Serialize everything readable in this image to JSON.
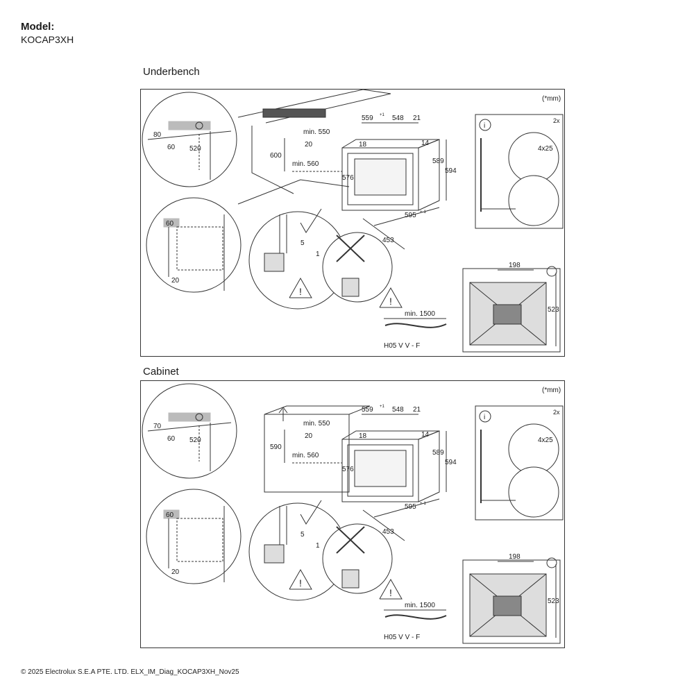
{
  "header": {
    "model_label": "Model:",
    "model_value": "KOCAP3XH"
  },
  "sections": [
    {
      "title": "Underbench",
      "unit_note": "(*mm)",
      "callouts": {
        "top": "80",
        "left": "60",
        "height": "520"
      },
      "lower_detail": {
        "top": "60",
        "bottom": "20"
      },
      "niche": {
        "height": "600",
        "min_width": "min. 550",
        "depth_gap": "20",
        "min_depth": "min. 560"
      },
      "oven": {
        "d1": "559",
        "d1_sup": "+1",
        "d2": "548",
        "d3": "21",
        "top_gap": "18",
        "side_gap": "14",
        "height_front": "576",
        "height_inner": "589",
        "height_total": "594",
        "width": "595",
        "width_sup": "+-1",
        "depth": "453"
      },
      "joint": {
        "gap_a": "5",
        "gap_b": "1"
      },
      "cable": {
        "length": "min. 1500",
        "type": "H05 V V - F"
      },
      "screws": {
        "info": "i",
        "count": "2x",
        "size": "4x25"
      },
      "rear": {
        "width": "198",
        "height": "523"
      }
    },
    {
      "title": "Cabinet",
      "unit_note": "(*mm)",
      "callouts": {
        "top": "70",
        "left": "60",
        "height": "520"
      },
      "lower_detail": {
        "top": "60",
        "bottom": "20"
      },
      "niche": {
        "height": "590",
        "min_width": "min. 550",
        "depth_gap": "20",
        "min_depth": "min. 560"
      },
      "oven": {
        "d1": "559",
        "d1_sup": "+1",
        "d2": "548",
        "d3": "21",
        "top_gap": "18",
        "side_gap": "14",
        "height_front": "576",
        "height_inner": "589",
        "height_total": "594",
        "width": "595",
        "width_sup": "+-1",
        "depth": "453"
      },
      "joint": {
        "gap_a": "5",
        "gap_b": "1"
      },
      "cable": {
        "length": "min. 1500",
        "type": "H05 V V - F"
      },
      "screws": {
        "info": "i",
        "count": "2x",
        "size": "4x25"
      },
      "rear": {
        "width": "198",
        "height": "523"
      }
    }
  ],
  "footer": {
    "copyright": "© 2025 Electrolux S.E.A PTE. LTD. ELX_IM_Diag_KOCAP3XH_Nov25"
  }
}
